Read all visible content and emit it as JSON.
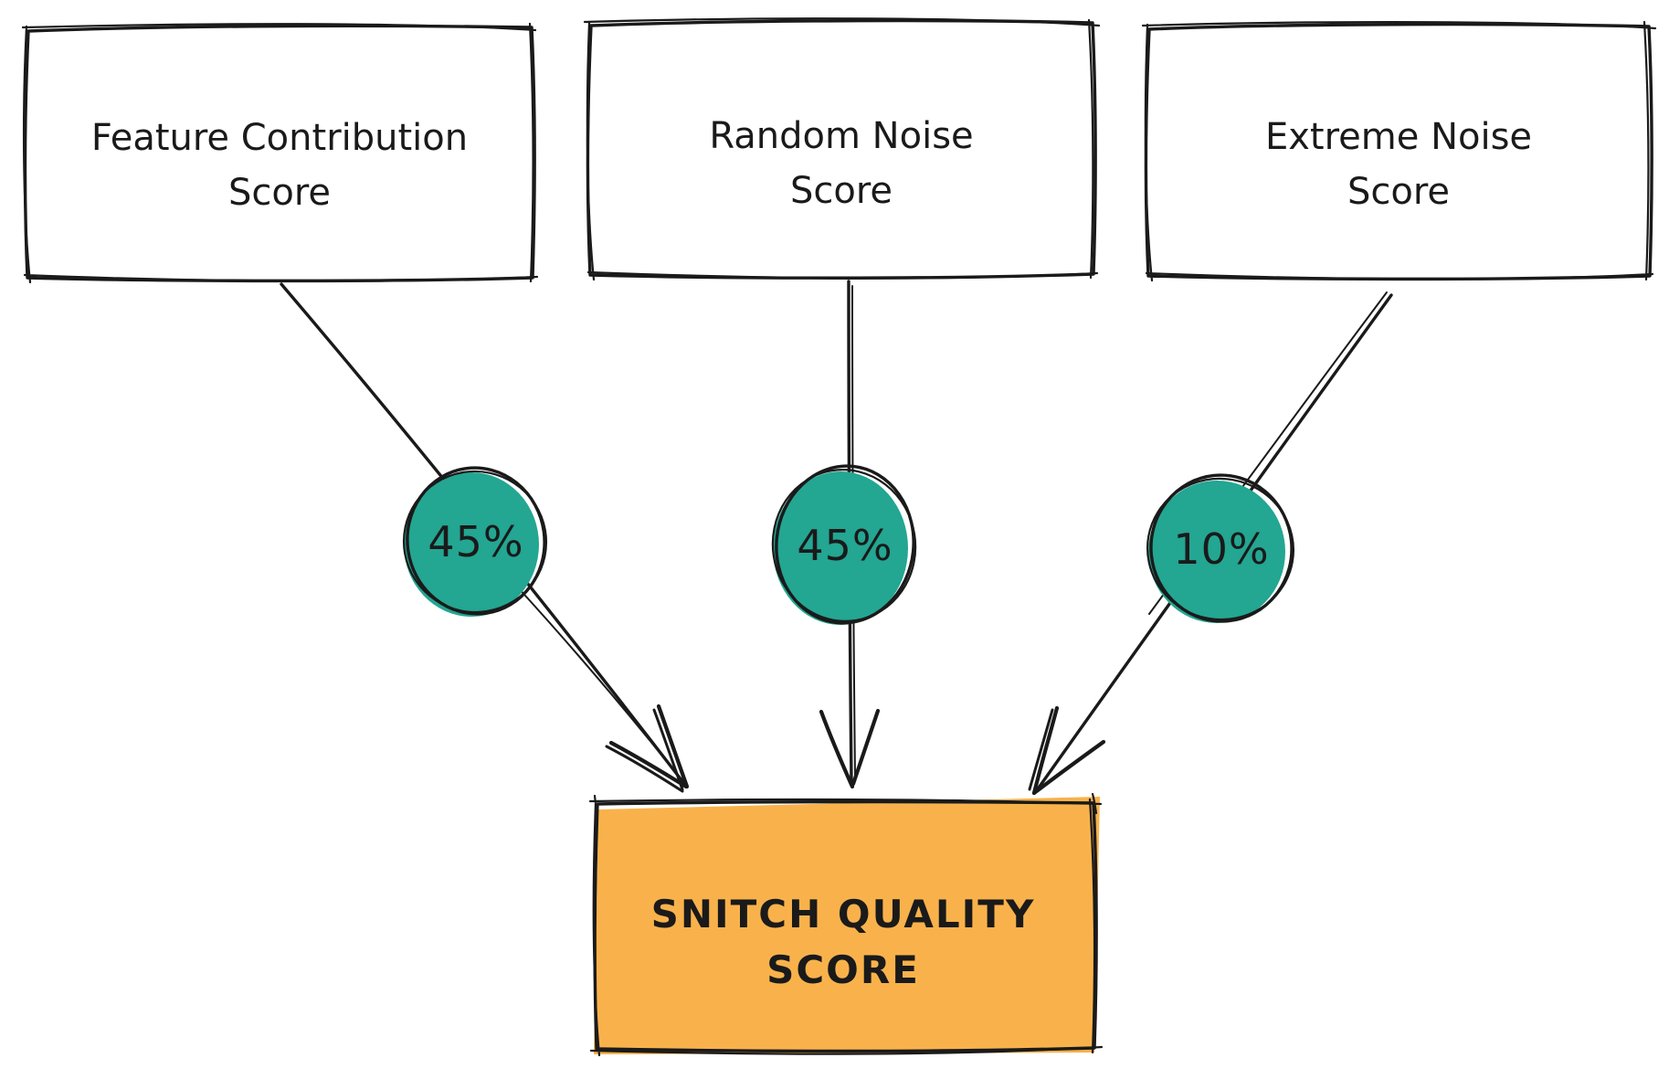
{
  "diagram": {
    "title": "Snitch Quality Score weighting diagram",
    "nodes": [
      {
        "id": "feature-contribution-score",
        "label": "Feature Contribution\nScore"
      },
      {
        "id": "random-noise-score",
        "label": "Random Noise\nScore"
      },
      {
        "id": "extreme-noise-score",
        "label": "Extreme Noise\nScore"
      },
      {
        "id": "snitch-quality-score",
        "label": "SNITCH QUALITY\nSCORE"
      }
    ],
    "edges": [
      {
        "source": "Feature Contribution Score",
        "target": "Snitch Quality Score",
        "weight_label": "45%"
      },
      {
        "source": "Random Noise Score",
        "target": "Snitch Quality Score",
        "weight_label": "45%"
      },
      {
        "source": "Extreme Noise Score",
        "target": "Snitch Quality Score",
        "weight_label": "10%"
      }
    ],
    "colors": {
      "weight_circle_fill": "#23A692",
      "result_box_fill": "#F9B24B",
      "source_box_fill": "#FFFFFF",
      "stroke": "#1A1A1A",
      "background": "#FFFFFF"
    }
  }
}
